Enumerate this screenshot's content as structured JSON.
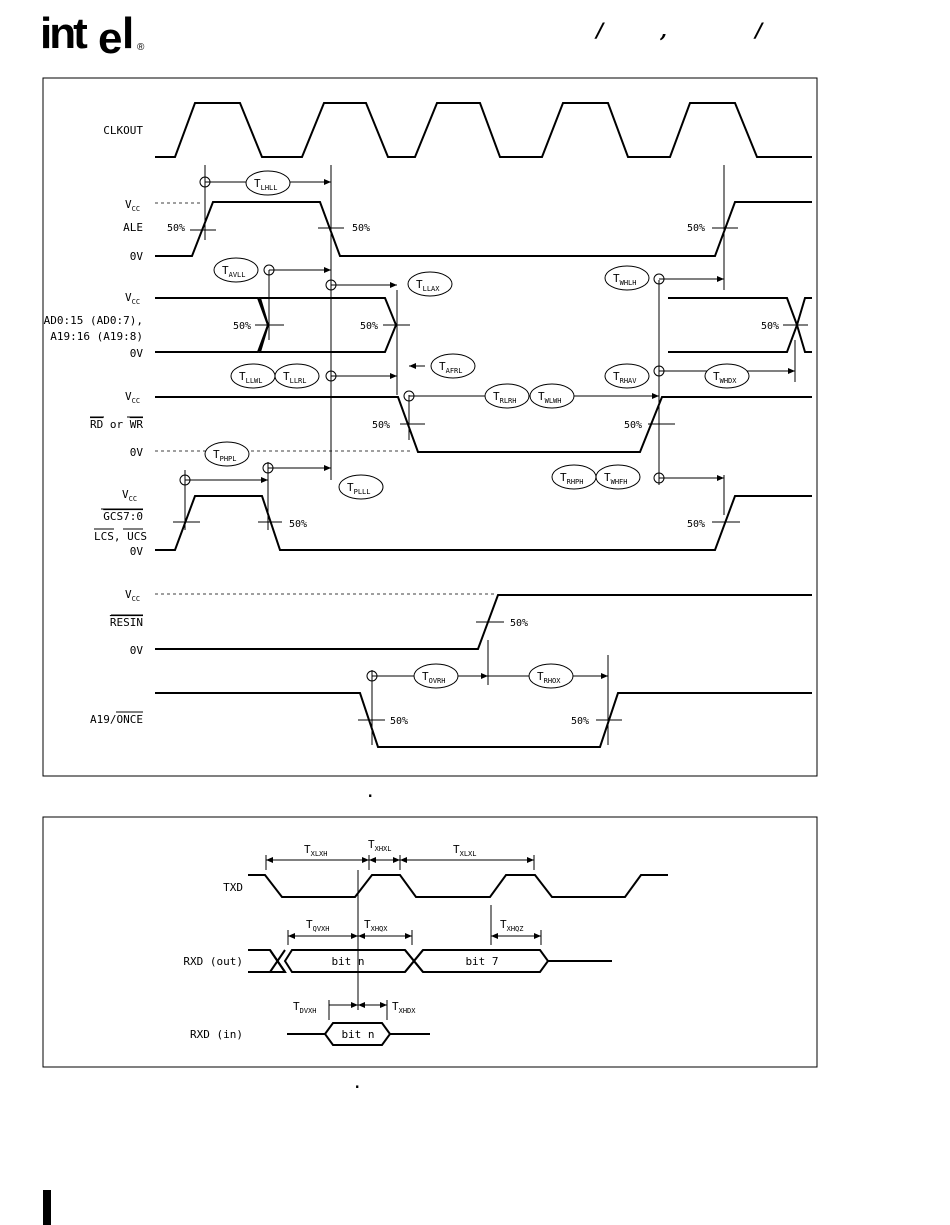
{
  "header": {
    "logo": "intel",
    "registered_mark": "®",
    "marks": [
      "/",
      ",",
      "/"
    ]
  },
  "figure1": {
    "signal_labels": {
      "clkout": "CLKOUT",
      "ale": "ALE",
      "ad_line1": "AD0:15 (AD0:7),",
      "ad_line2": "A19:16 (A19:8)",
      "rd_wr_rd": "RD",
      "rd_wr_or": " or ",
      "rd_wr_wr": "WR",
      "gcs": "GCS7:0",
      "lcs": "LCS",
      "lcs_sep": ", ",
      "ucs": "UCS",
      "resin": "RESIN",
      "once_prefix": "A19/",
      "once": "ONCE"
    },
    "vcc_main": "V",
    "vcc_sub": "CC",
    "zero_v": "0V",
    "fifty_pct": "50%",
    "t_main": "T",
    "timing": {
      "lhll": "LHLL",
      "avll": "AVLL",
      "llax": "LLAX",
      "whlh": "WHLH",
      "llwl": "LLWL",
      "llrl": "LLRL",
      "afrl": "AFRL",
      "rlrh": "RLRH",
      "wlwh": "WLWH",
      "rhav": "RHAV",
      "whdx": "WHDX",
      "phpl": "PHPL",
      "plll": "PLLL",
      "rhph": "RHPH",
      "whfh": "WHFH",
      "ovrh": "OVRH",
      "rhox": "RHOX"
    },
    "caption": "."
  },
  "figure2": {
    "labels": {
      "txd": "TXD",
      "rxd_out": "RXD (out)",
      "rxd_in": "RXD (in)"
    },
    "bits": {
      "bit_n": "bit n",
      "bit_7": "bit 7"
    },
    "timing": {
      "xlxh": "XLXH",
      "xhxl": "XHXL",
      "xlxl": "XLXL",
      "qvxh": "QVXH",
      "xhqx": "XHQX",
      "xhqz": "XHQZ",
      "dvxh": "DVXH",
      "xhdx": "XHDX"
    },
    "caption": "."
  }
}
